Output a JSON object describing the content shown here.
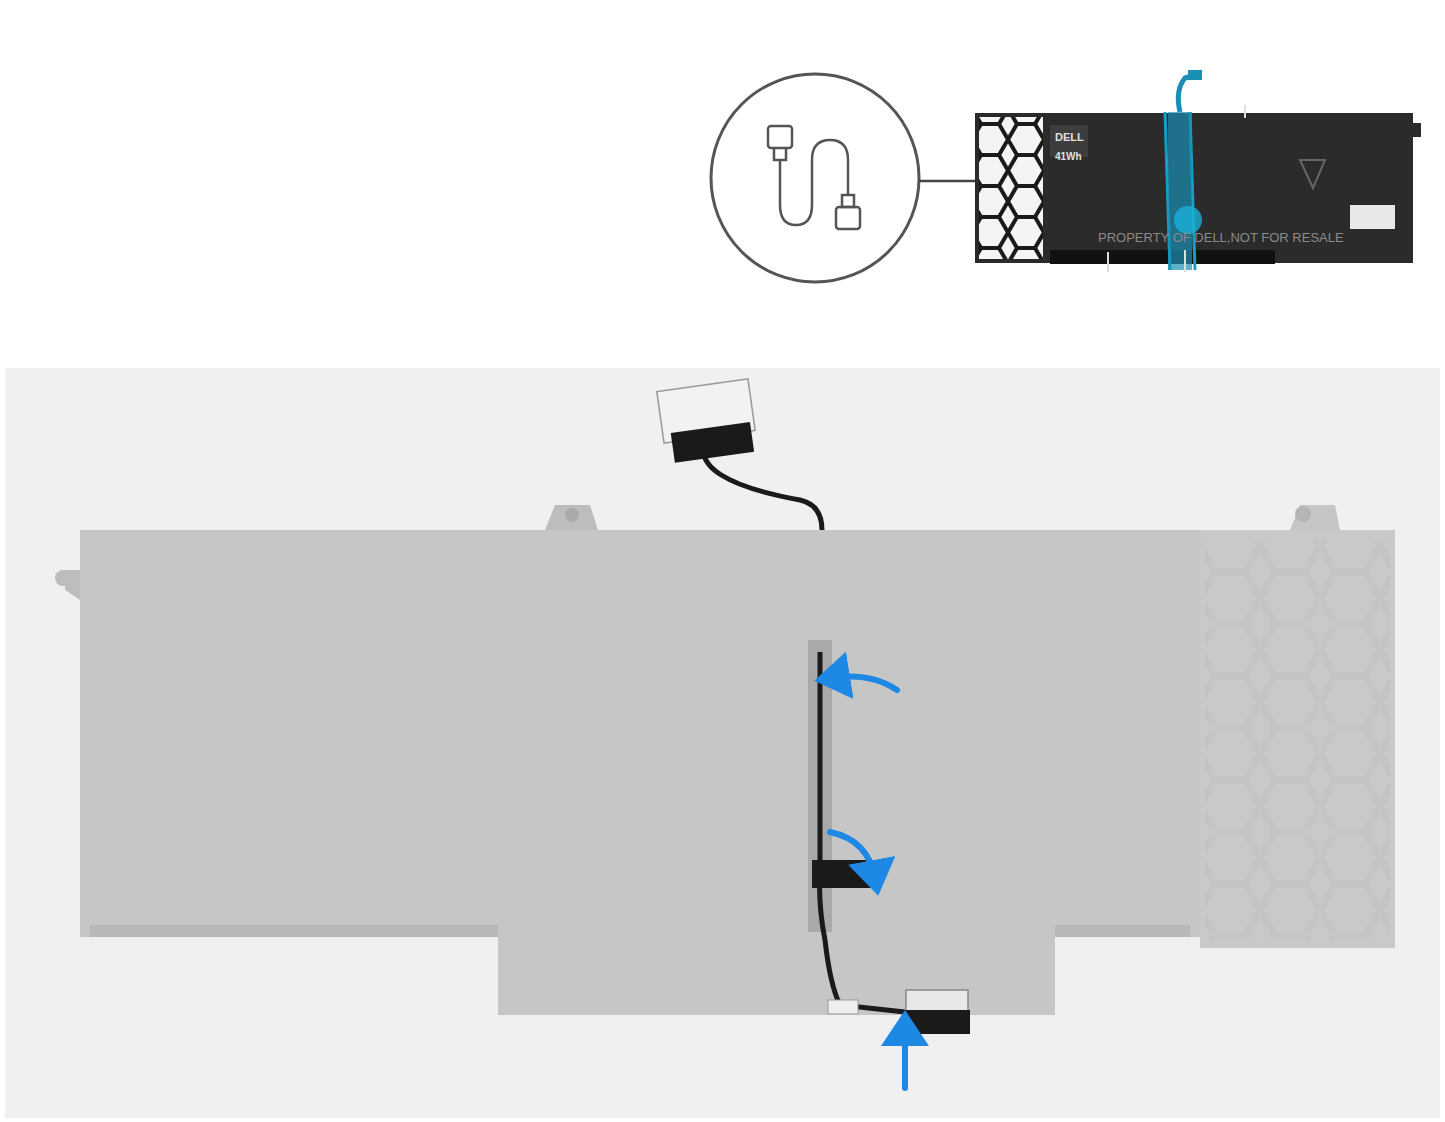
{
  "diagram": {
    "labels": [
      "DELL",
      "41Wh",
      "PROPERTY OF DELL,NOT FOR RESALE"
    ]
  }
}
